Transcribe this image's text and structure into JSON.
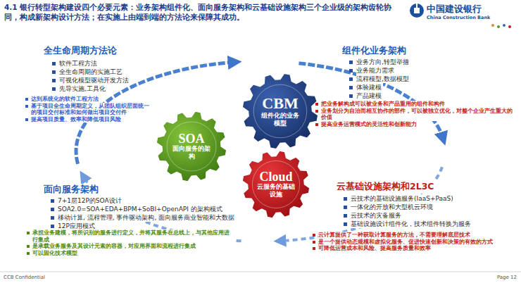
{
  "diagram": {
    "title": "4.1 银行转型架构建设四个必要元素：业务架构组件化、面向服务架构和云基础设施架构三个企业级的架构齿轮协同，构成新架构设计方法；在实施上由端到端的方法论来保障其成功。",
    "nodes": [
      {
        "text": [
          "CBM",
          "组件化的业务模型"
        ]
      },
      {
        "text": [
          "SOA",
          "面向服务的架构"
        ]
      },
      {
        "text": [
          "Cloud",
          "云服务的基础设施"
        ]
      }
    ],
    "labels": [
      "中国建设银行",
      "China Construction Bank",
      "全生命周期方法论",
      "软件工程方法",
      "全生命周期的实施工艺",
      "可视化模型驱动开发方法",
      "先导实施,工具化",
      "达到系统化的软件工程方法",
      "基于项目全生命周期定义，从团队组织层面统一的项目交付标准和如何做出项目交付件",
      "提高项目质量、效率和降低项目风险",
      "组件化业务架构",
      "业务方向,转型举措",
      "业务能力需求",
      "流程模型,数据模型",
      "体验建模",
      "产品建模",
      "把业务解构成可以被业务和产品重用的组件和构件",
      "业务划分为自治而相互协作的部件，可以被独立优化，对整个企业产生重大的价值",
      "提高业务运营模式的灵活性和创新能力",
      "面向服务架构",
      "7+1层12P的SOA设计",
      "SOA2.0=SOA+EDA+BPM+SoBI+OpenAPI 的架构模式",
      "移动计算, 流程管理, 事件驱动架构, 面向服务商业智能和大数据",
      "12P应用模式",
      "承担业务建模，将所识别的服务进行定义，并将其服务在总线上，与其他应用进行集成",
      "是承载业务服务及其设计元素的容器，对应用界面和流程进行集成",
      "可以固化技术模型",
      "云基础设施架构和2L3C",
      "云技术的基础设施服务(IaaS+PaaS)",
      "一体化的开放和大型机云环境",
      "云技术的灾备服务",
      "基础设施设计组件化，技术组件转换为服务",
      "云计算提供了一种获取计算服务的方法，不需要理解底层技术",
      "是一个提供动态规模和虚拟化服务、促进快速创新和决策的有效的方式",
      "可降低运营成本和风险、提高服务质量和效率",
      "CCB Confidential",
      "Page 12"
    ]
  }
}
